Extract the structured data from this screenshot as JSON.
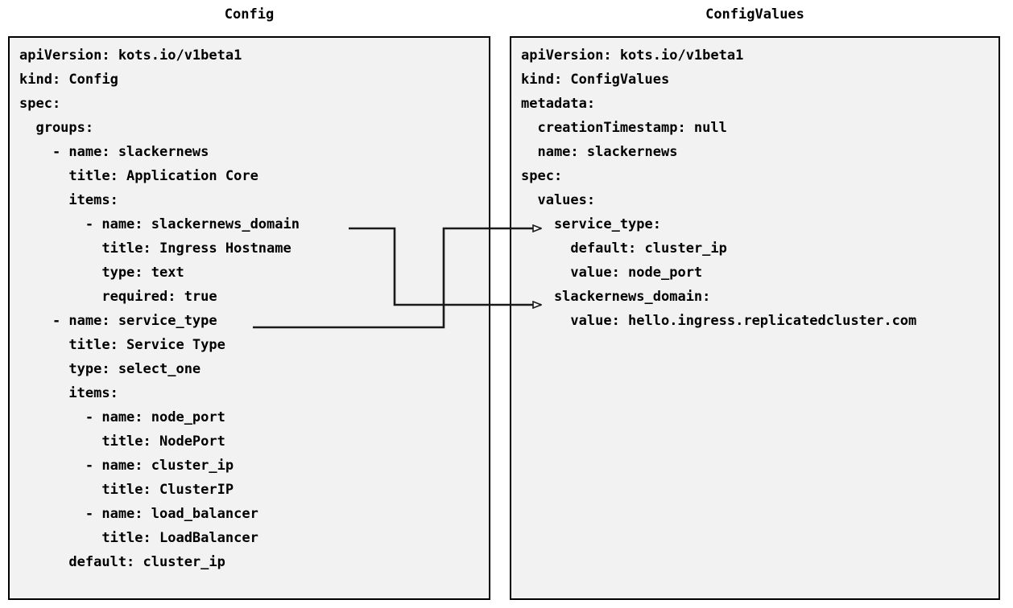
{
  "diagram": {
    "type": "yaml-mapping-diagram",
    "background": "#ffffff",
    "panel_background": "#f2f2f2",
    "border_color": "#000000",
    "text_color": "#000000"
  },
  "left_panel": {
    "title": "Config",
    "lines": [
      "apiVersion: kots.io/v1beta1",
      "kind: Config",
      "spec:",
      "  groups:",
      "    - name: slackernews",
      "      title: Application Core",
      "      items:",
      "        - name: slackernews_domain",
      "          title: Ingress Hostname",
      "          type: text",
      "          required: true",
      "    - name: service_type",
      "      title: Service Type",
      "      type: select_one",
      "      items:",
      "        - name: node_port",
      "          title: NodePort",
      "        - name: cluster_ip",
      "          title: ClusterIP",
      "        - name: load_balancer",
      "          title: LoadBalancer",
      "      default: cluster_ip"
    ]
  },
  "right_panel": {
    "title": "ConfigValues",
    "lines": [
      "apiVersion: kots.io/v1beta1",
      "kind: ConfigValues",
      "metadata:",
      "  creationTimestamp: null",
      "  name: slackernews",
      "spec:",
      "  values:",
      "    service_type:",
      "      default: cluster_ip",
      "      value: node_port",
      "    slackernews_domain:",
      "      value: hello.ingress.replicatedcluster.com"
    ]
  },
  "connectors": [
    {
      "name": "slackernews-domain-mapping",
      "from_label": "slackernews_domain",
      "to_label": "slackernews_domain:",
      "from_line": 8,
      "to_line": 11
    },
    {
      "name": "service-type-mapping",
      "from_label": "service_type",
      "to_label": "service_type:",
      "from_line": 12,
      "to_line": 8
    }
  ]
}
